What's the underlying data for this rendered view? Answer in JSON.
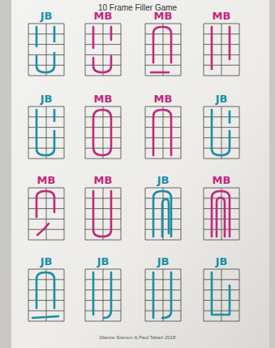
{
  "diagram": {
    "title": "10 Frame Filler Game",
    "caption": "Dianne Siemon & Paul Tabart 2018",
    "nodes": [
      {
        "text": [
          "JB"
        ]
      },
      {
        "text": [
          "MB"
        ]
      },
      {
        "text": [
          "MB"
        ]
      },
      {
        "text": [
          "MB"
        ]
      },
      {
        "text": [
          "JB"
        ]
      },
      {
        "text": [
          "MB"
        ]
      },
      {
        "text": [
          "MB"
        ]
      },
      {
        "text": [
          "JB"
        ]
      },
      {
        "text": [
          "MB"
        ]
      },
      {
        "text": [
          "MB"
        ]
      },
      {
        "text": [
          "JB"
        ]
      },
      {
        "text": [
          "MB"
        ]
      },
      {
        "text": [
          "JB"
        ]
      },
      {
        "text": [
          "JB"
        ]
      },
      {
        "text": [
          "JB"
        ]
      },
      {
        "text": [
          "JB"
        ]
      }
    ]
  }
}
